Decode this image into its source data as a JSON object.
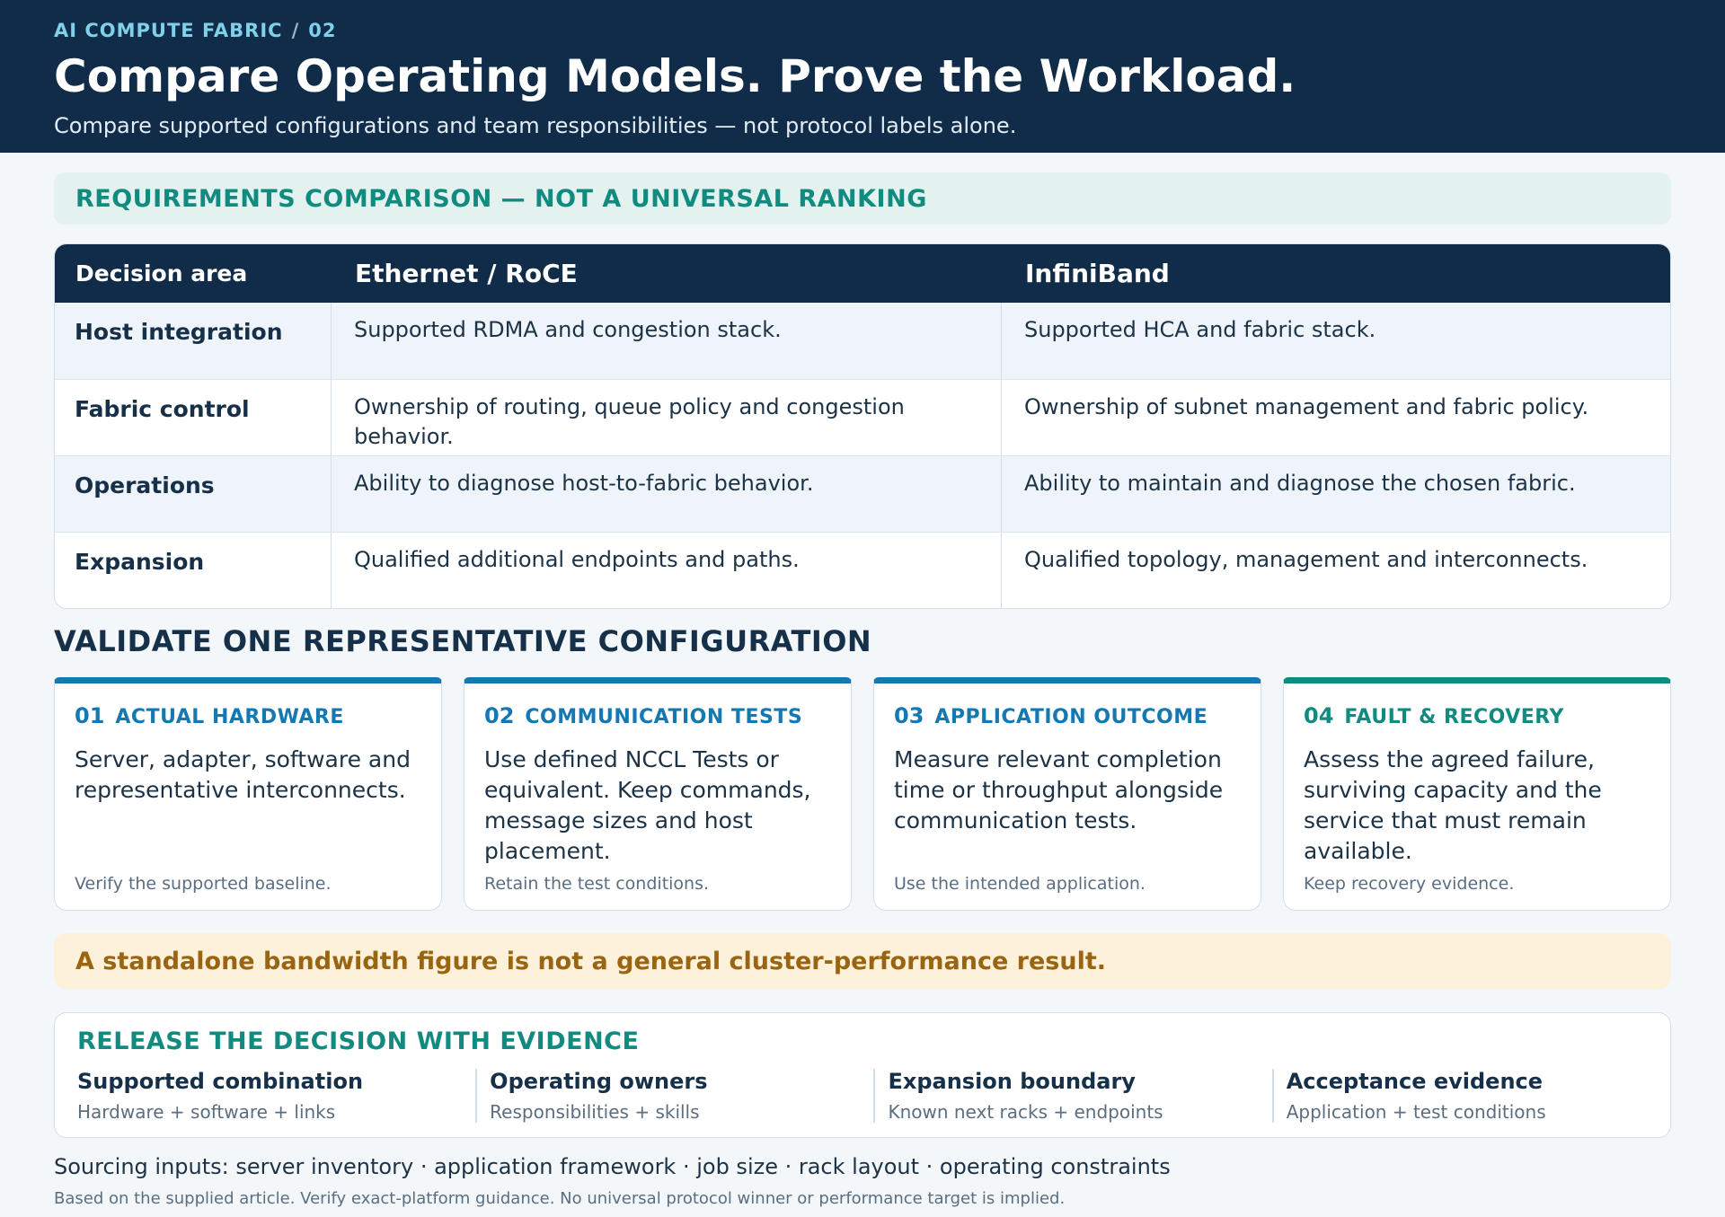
{
  "header": {
    "eyebrow_a": "AI COMPUTE FABRIC",
    "eyebrow_sep": "/",
    "eyebrow_b": "02",
    "title": "Compare Operating Models. Prove the Workload.",
    "subtitle": "Compare supported configurations and team responsibilities — not protocol labels alone."
  },
  "requirements_banner": "REQUIREMENTS COMPARISON — NOT A UNIVERSAL RANKING",
  "table": {
    "headers": [
      "Decision area",
      "Ethernet / RoCE",
      "InfiniBand"
    ],
    "rows": [
      [
        "Host integration",
        "Supported RDMA and congestion stack.",
        "Supported HCA and fabric stack."
      ],
      [
        "Fabric control",
        "Ownership of routing, queue policy and congestion behavior.",
        "Ownership of subnet management and fabric policy."
      ],
      [
        "Operations",
        "Ability to diagnose host-to-fabric behavior.",
        "Ability to maintain and diagnose the chosen fabric."
      ],
      [
        "Expansion",
        "Qualified additional endpoints and paths.",
        "Qualified topology, management and interconnects."
      ]
    ]
  },
  "validate": {
    "title": "VALIDATE ONE REPRESENTATIVE CONFIGURATION",
    "cards": [
      {
        "num": "01",
        "title": "ACTUAL HARDWARE",
        "body": "Server, adapter, software and representative interconnects.",
        "foot": "Verify the supported baseline.",
        "accent": "#1478b3"
      },
      {
        "num": "02",
        "title": "COMMUNICATION TESTS",
        "body": "Use defined NCCL Tests or equivalent. Keep commands, message sizes and host placement.",
        "foot": "Retain the test conditions.",
        "accent": "#1478b3"
      },
      {
        "num": "03",
        "title": "APPLICATION OUTCOME",
        "body": "Measure relevant completion time or throughput alongside communication tests.",
        "foot": "Use the intended application.",
        "accent": "#1478b3"
      },
      {
        "num": "04",
        "title": "FAULT & RECOVERY",
        "body": "Assess the agreed failure, surviving capacity and the service that must remain available.",
        "foot": "Keep recovery evidence.",
        "accent": "#118a80"
      }
    ]
  },
  "warning": "A standalone bandwidth figure is not a general cluster-performance result.",
  "release": {
    "title": "RELEASE THE DECISION WITH EVIDENCE",
    "items": [
      {
        "title": "Supported combination",
        "sub": "Hardware + software + links"
      },
      {
        "title": "Operating owners",
        "sub": "Responsibilities + skills"
      },
      {
        "title": "Expansion boundary",
        "sub": "Known next racks + endpoints"
      },
      {
        "title": "Acceptance evidence",
        "sub": "Application + test conditions"
      }
    ]
  },
  "sourcing": "Sourcing inputs: server inventory · application framework · job size · rack layout · operating constraints",
  "footnote": "Based on the supplied article. Verify exact-platform guidance. No universal protocol winner or performance target is implied."
}
